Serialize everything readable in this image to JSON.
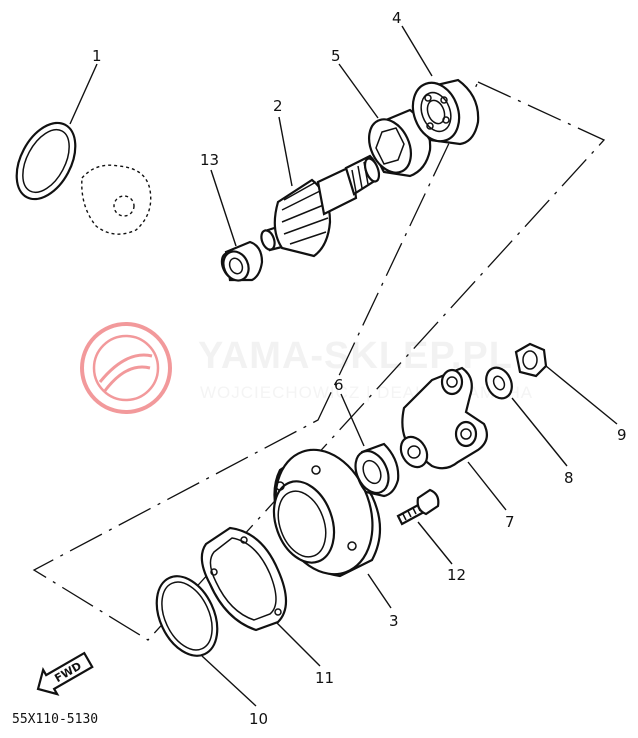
{
  "diagram": {
    "part_labels": [
      "1",
      "2",
      "3",
      "4",
      "5",
      "6",
      "7",
      "8",
      "9",
      "10",
      "11",
      "12",
      "13"
    ],
    "drawing_code": "55X110-5130",
    "direction_marker": "FWD",
    "watermark": {
      "title": "YAMA-SKLEP.PL",
      "subtitle": "WOJCIECHOWICZ | DEALER YAMAHA",
      "logo_color": "#e8474a"
    }
  }
}
